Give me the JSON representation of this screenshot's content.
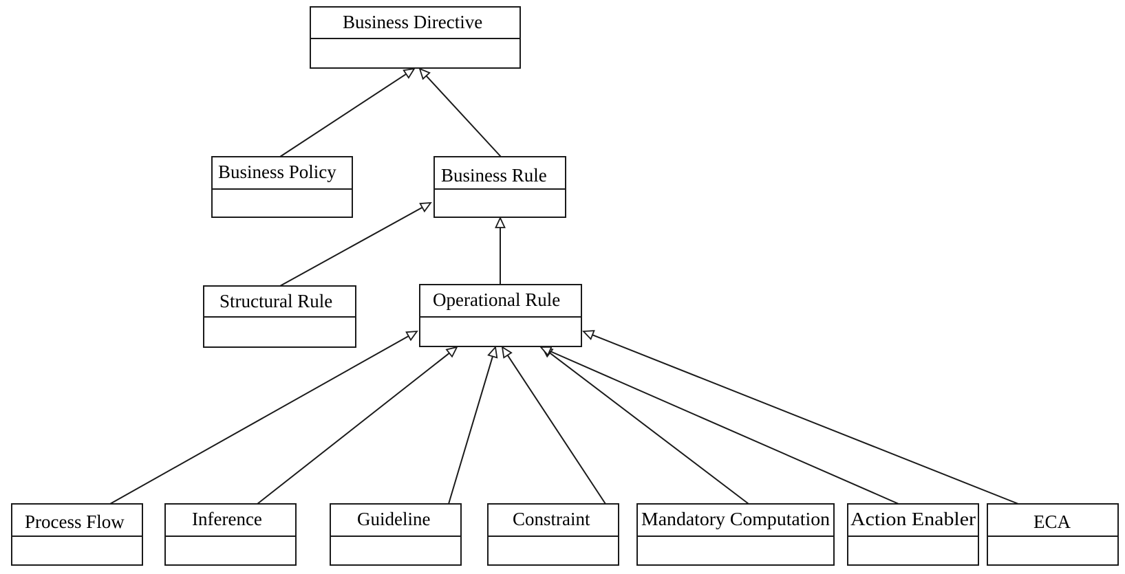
{
  "diagram": {
    "type": "uml-class-generalization",
    "classes": {
      "business_directive": "Business Directive",
      "business_policy": "Business Policy",
      "business_rule": "Business Rule",
      "structural_rule": "Structural Rule",
      "operational_rule": "Operational Rule",
      "process_flow": "Process Flow",
      "inference": "Inference",
      "guideline": "Guideline",
      "constraint": "Constraint",
      "mandatory_computation": "Mandatory Computation",
      "action_enabler": "Action Enabler",
      "eca": "ECA"
    },
    "generalizations": [
      {
        "child": "Business Policy",
        "parent": "Business Directive"
      },
      {
        "child": "Business Rule",
        "parent": "Business Directive"
      },
      {
        "child": "Structural Rule",
        "parent": "Business Rule"
      },
      {
        "child": "Operational Rule",
        "parent": "Business Rule"
      },
      {
        "child": "Process Flow",
        "parent": "Operational Rule"
      },
      {
        "child": "Inference",
        "parent": "Operational Rule"
      },
      {
        "child": "Guideline",
        "parent": "Operational Rule"
      },
      {
        "child": "Constraint",
        "parent": "Operational Rule"
      },
      {
        "child": "Mandatory Computation",
        "parent": "Operational Rule"
      },
      {
        "child": "Action Enabler",
        "parent": "Operational Rule"
      },
      {
        "child": "ECA",
        "parent": "Operational Rule"
      }
    ]
  }
}
